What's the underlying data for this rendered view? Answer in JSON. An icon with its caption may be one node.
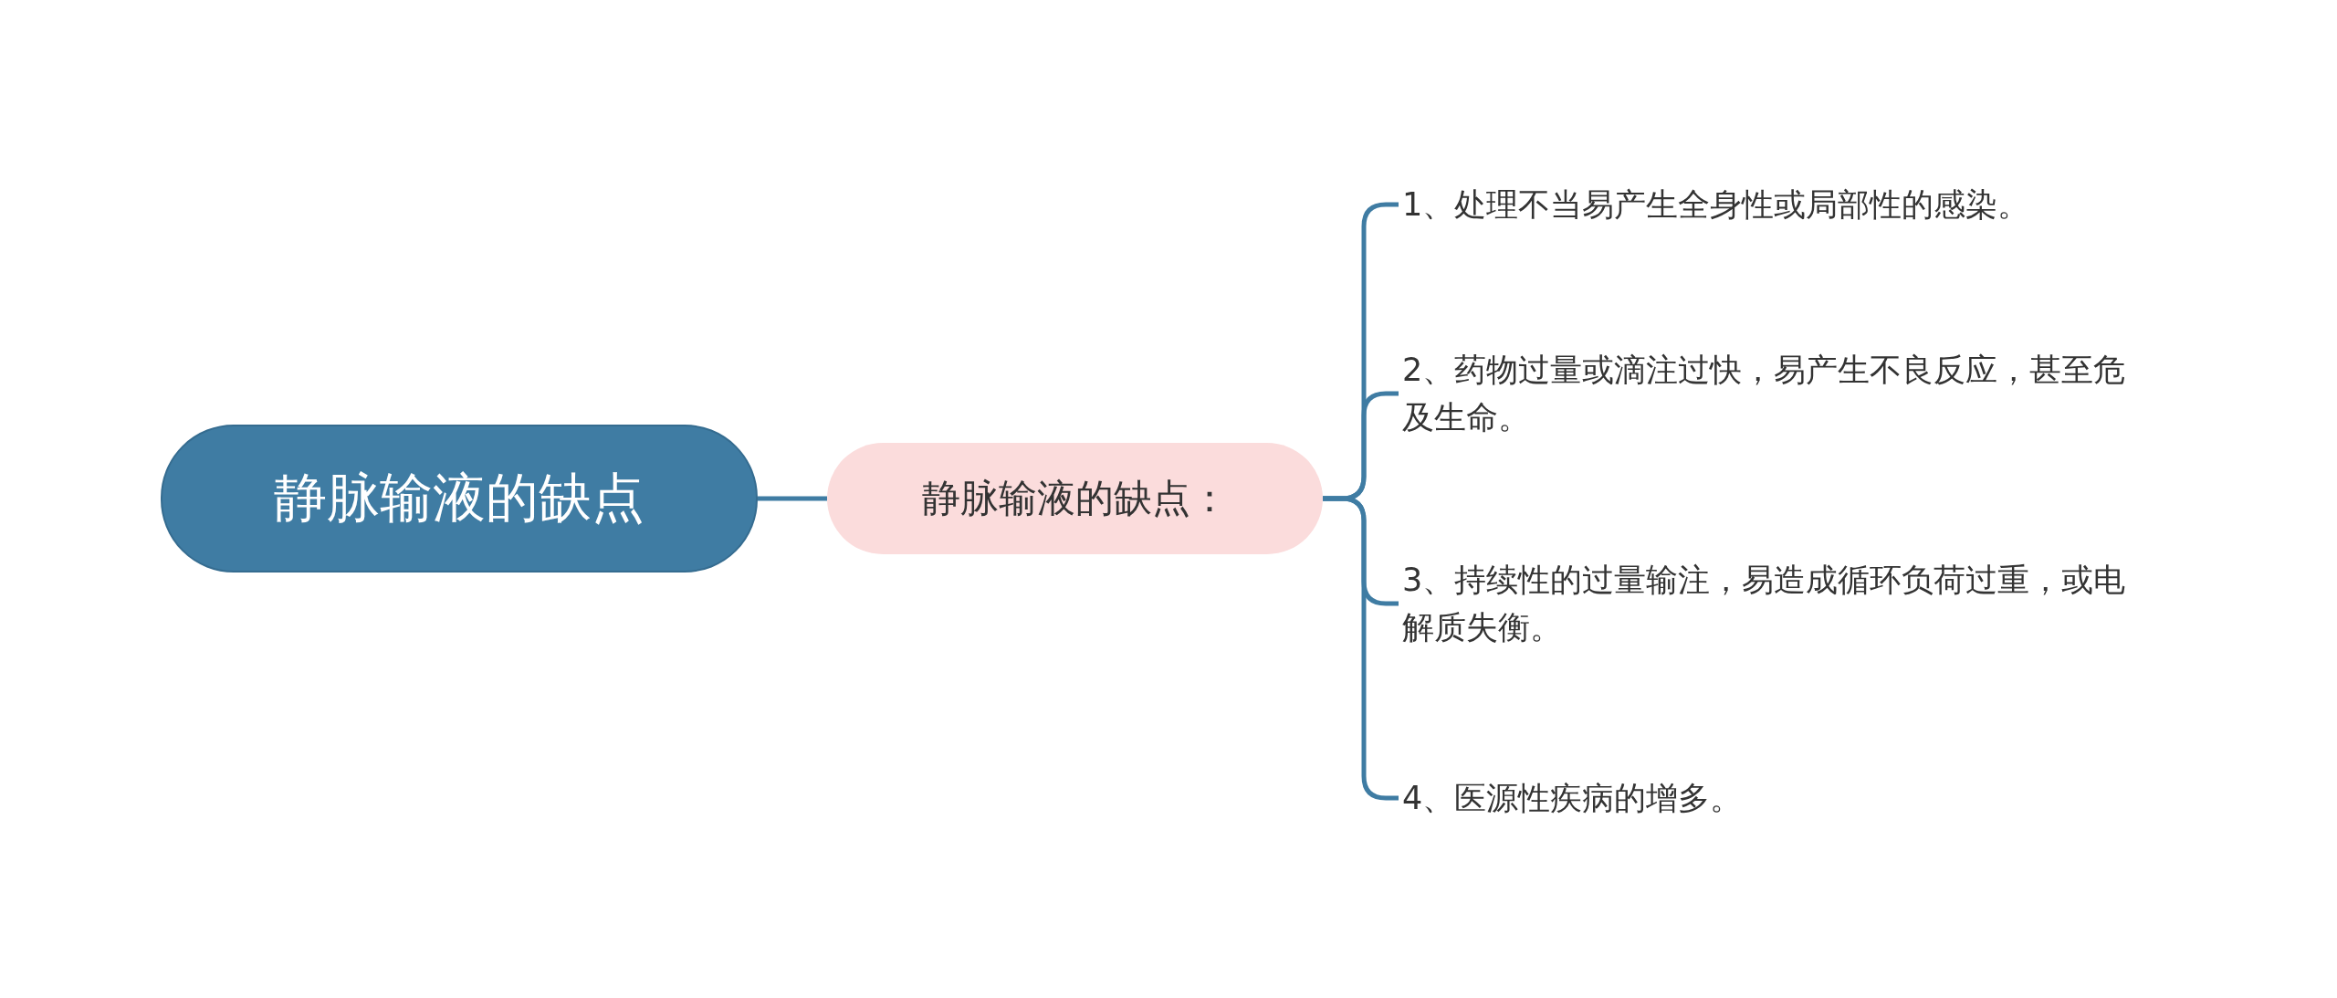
{
  "diagram": {
    "nodes": [
      {
        "text": [
          "静脉输液的缺点"
        ]
      },
      {
        "text": [
          "静脉输液的缺点："
        ]
      },
      {
        "text": [
          "1、处理不当易产生全身性或局部性的感染。"
        ]
      },
      {
        "text": [
          "2、药物过量或滴注过快，易产生不良反应，甚至危及生命。"
        ]
      },
      {
        "text": [
          "3、持续性的过量输注，易造成循环负荷过重，或电解质失衡。"
        ]
      },
      {
        "text": [
          "4、医源性疾病的增多。"
        ]
      }
    ],
    "edges": [
      {
        "from": 0,
        "to": 1,
        "arrow": "none"
      },
      {
        "from": 1,
        "to": 2,
        "arrow": "none"
      },
      {
        "from": 1,
        "to": 3,
        "arrow": "none"
      },
      {
        "from": 1,
        "to": 4,
        "arrow": "none"
      },
      {
        "from": 1,
        "to": 5,
        "arrow": "none"
      }
    ]
  }
}
